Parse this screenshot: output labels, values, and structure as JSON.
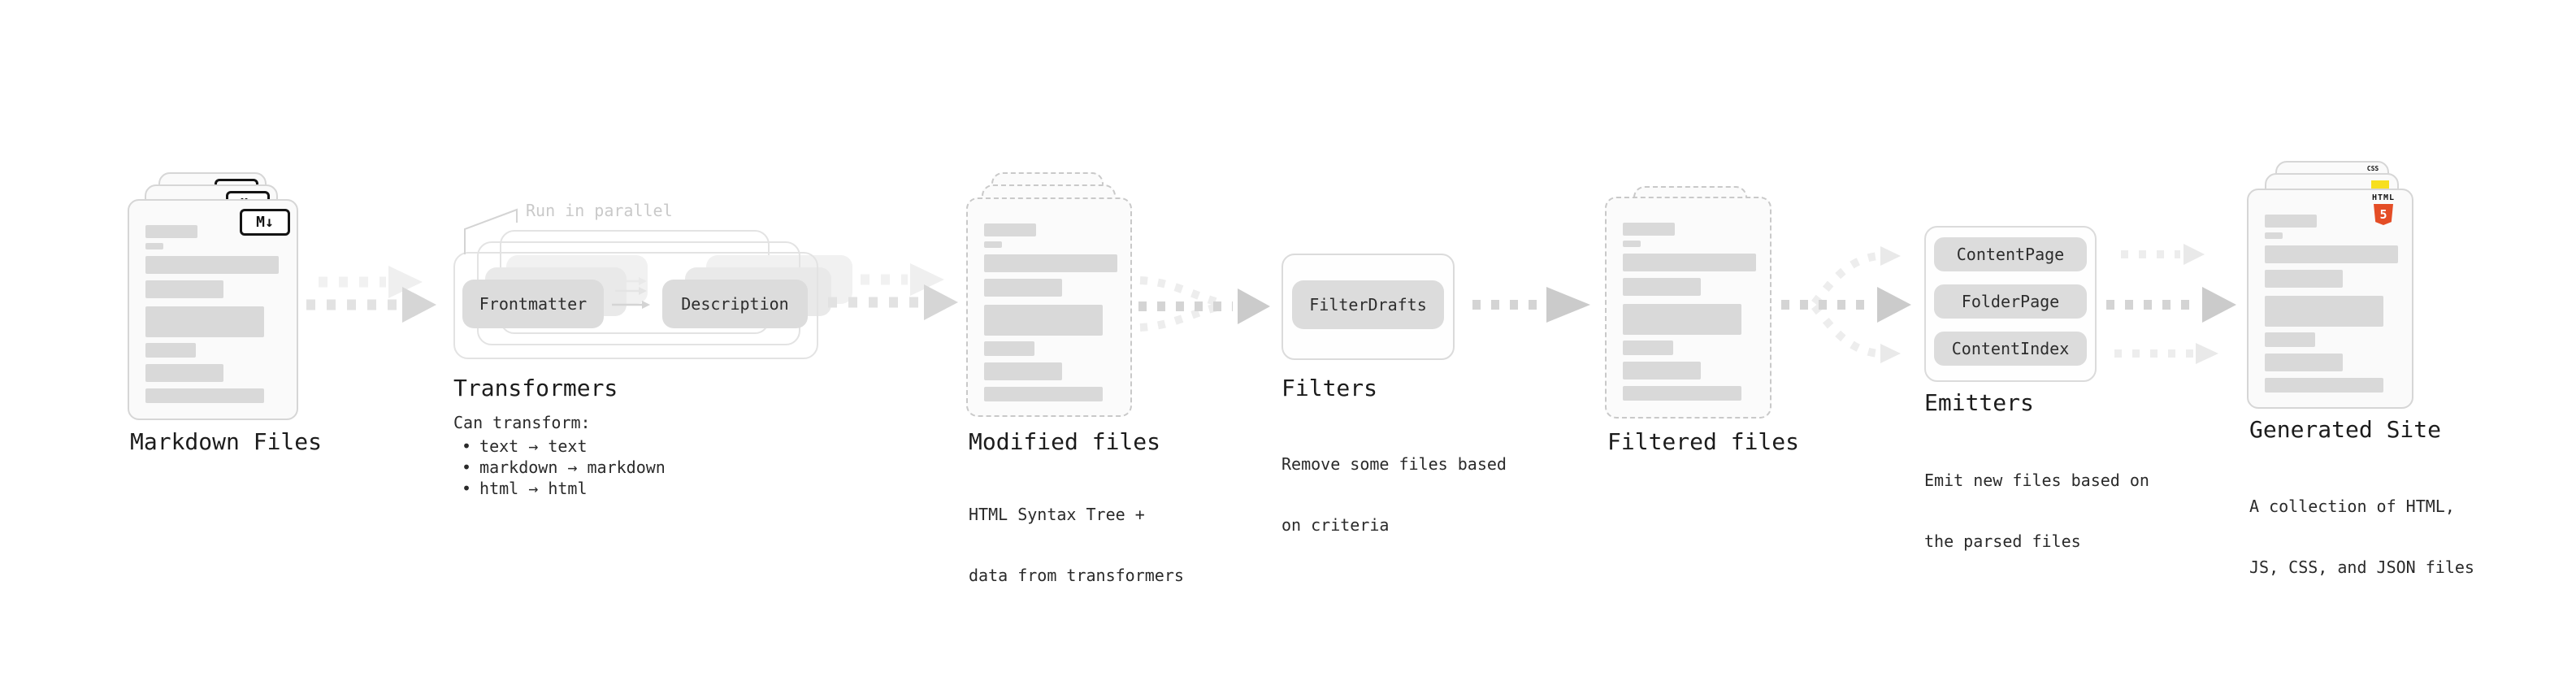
{
  "diagram": {
    "stages": {
      "markdown_files": {
        "label": "Markdown Files"
      },
      "transformers": {
        "label": "Transformers",
        "annotation": "Run in parallel",
        "pills": [
          "Frontmatter",
          "Description"
        ],
        "can_transform": "Can transform:",
        "bullet": "•",
        "bullets": [
          "text → text",
          "markdown → markdown",
          "html → html"
        ]
      },
      "modified_files": {
        "label": "Modified files",
        "description": [
          "HTML Syntax Tree +",
          "data from transformers"
        ]
      },
      "filters": {
        "label": "Filters",
        "pill": "FilterDrafts",
        "description": [
          "Remove some files based",
          "on criteria"
        ]
      },
      "filtered_files": {
        "label": "Filtered files"
      },
      "emitters": {
        "label": "Emitters",
        "pills": [
          "ContentPage",
          "FolderPage",
          "ContentIndex"
        ],
        "description": [
          "Emit new files based on",
          "the parsed files"
        ]
      },
      "generated_site": {
        "label": "Generated Site",
        "description": [
          "A collection of HTML,",
          "JS, CSS, and JSON files"
        ]
      }
    },
    "icons": {
      "markdown": "M↓",
      "html5_wordmark": "HTML",
      "html5_numeral": "5",
      "css_wordmark": "CSS"
    },
    "colors": {
      "html5_orange": "#e44d26",
      "js_yellow": "#f7df1e",
      "css_blue": "#2965f1",
      "arrow_gray": "#d3d3d3",
      "arrow_light": "#ececec",
      "bar_gray": "#d9d9d9"
    }
  }
}
